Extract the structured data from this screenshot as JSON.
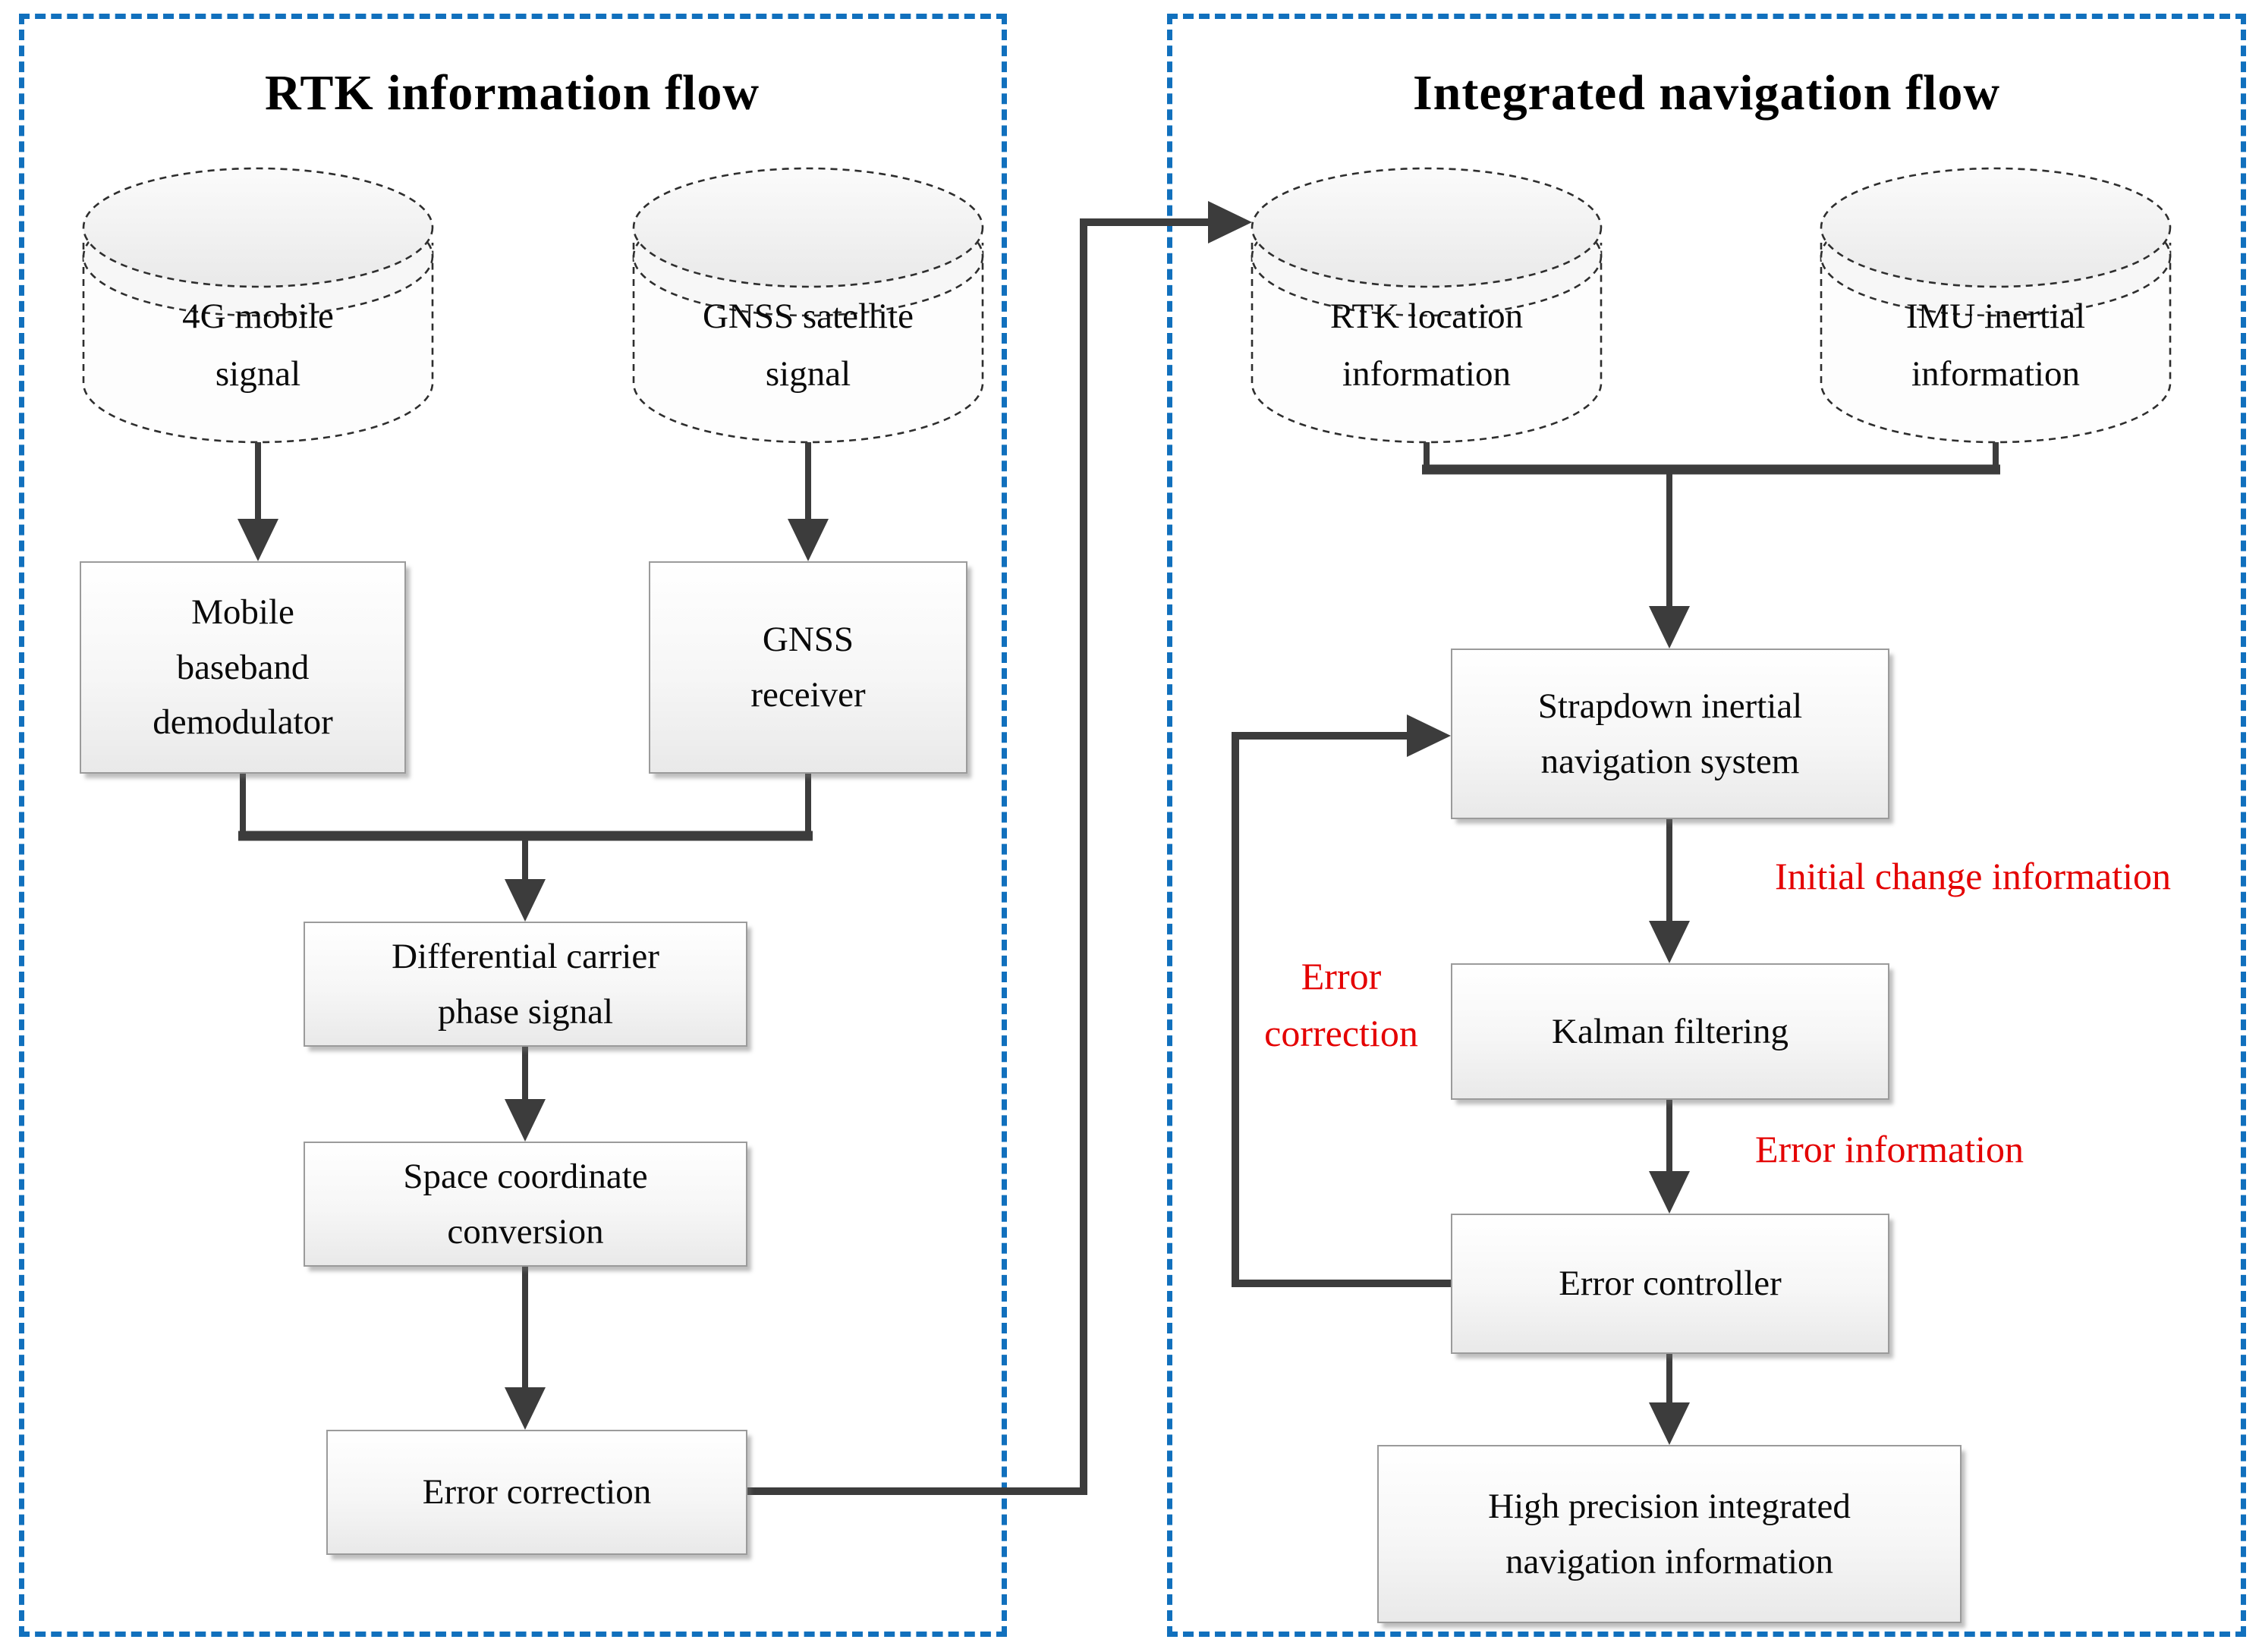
{
  "left_panel": {
    "title": "RTK information flow",
    "cylinders": [
      {
        "lines": [
          "4G mobile",
          "signal"
        ]
      },
      {
        "lines": [
          "GNSS satellite",
          "signal"
        ]
      }
    ],
    "boxes": [
      {
        "lines": [
          "Mobile",
          "baseband",
          "demodulator"
        ]
      },
      {
        "lines": [
          "GNSS",
          "receiver"
        ]
      },
      {
        "lines": [
          "Differential carrier",
          "phase signal"
        ]
      },
      {
        "lines": [
          "Space coordinate",
          "conversion"
        ]
      },
      {
        "lines": [
          "Error correction"
        ]
      }
    ]
  },
  "right_panel": {
    "title": "Integrated navigation flow",
    "cylinders": [
      {
        "lines": [
          "RTK location",
          "information"
        ]
      },
      {
        "lines": [
          "IMU inertial",
          "information"
        ]
      }
    ],
    "boxes": [
      {
        "lines": [
          "Strapdown inertial",
          "navigation system"
        ]
      },
      {
        "lines": [
          "Kalman filtering"
        ]
      },
      {
        "lines": [
          "Error controller"
        ]
      },
      {
        "lines": [
          "High precision integrated",
          "navigation information"
        ]
      }
    ],
    "annotations": [
      {
        "lines": [
          "Initial change information"
        ]
      },
      {
        "lines": [
          "Error",
          "correction"
        ]
      },
      {
        "lines": [
          "Error information"
        ]
      }
    ]
  },
  "colors": {
    "panel_border": "#1170bd",
    "wire": "#3c3c3c",
    "annotation_red": "#e40000",
    "box_border": "#9b9b9b"
  }
}
